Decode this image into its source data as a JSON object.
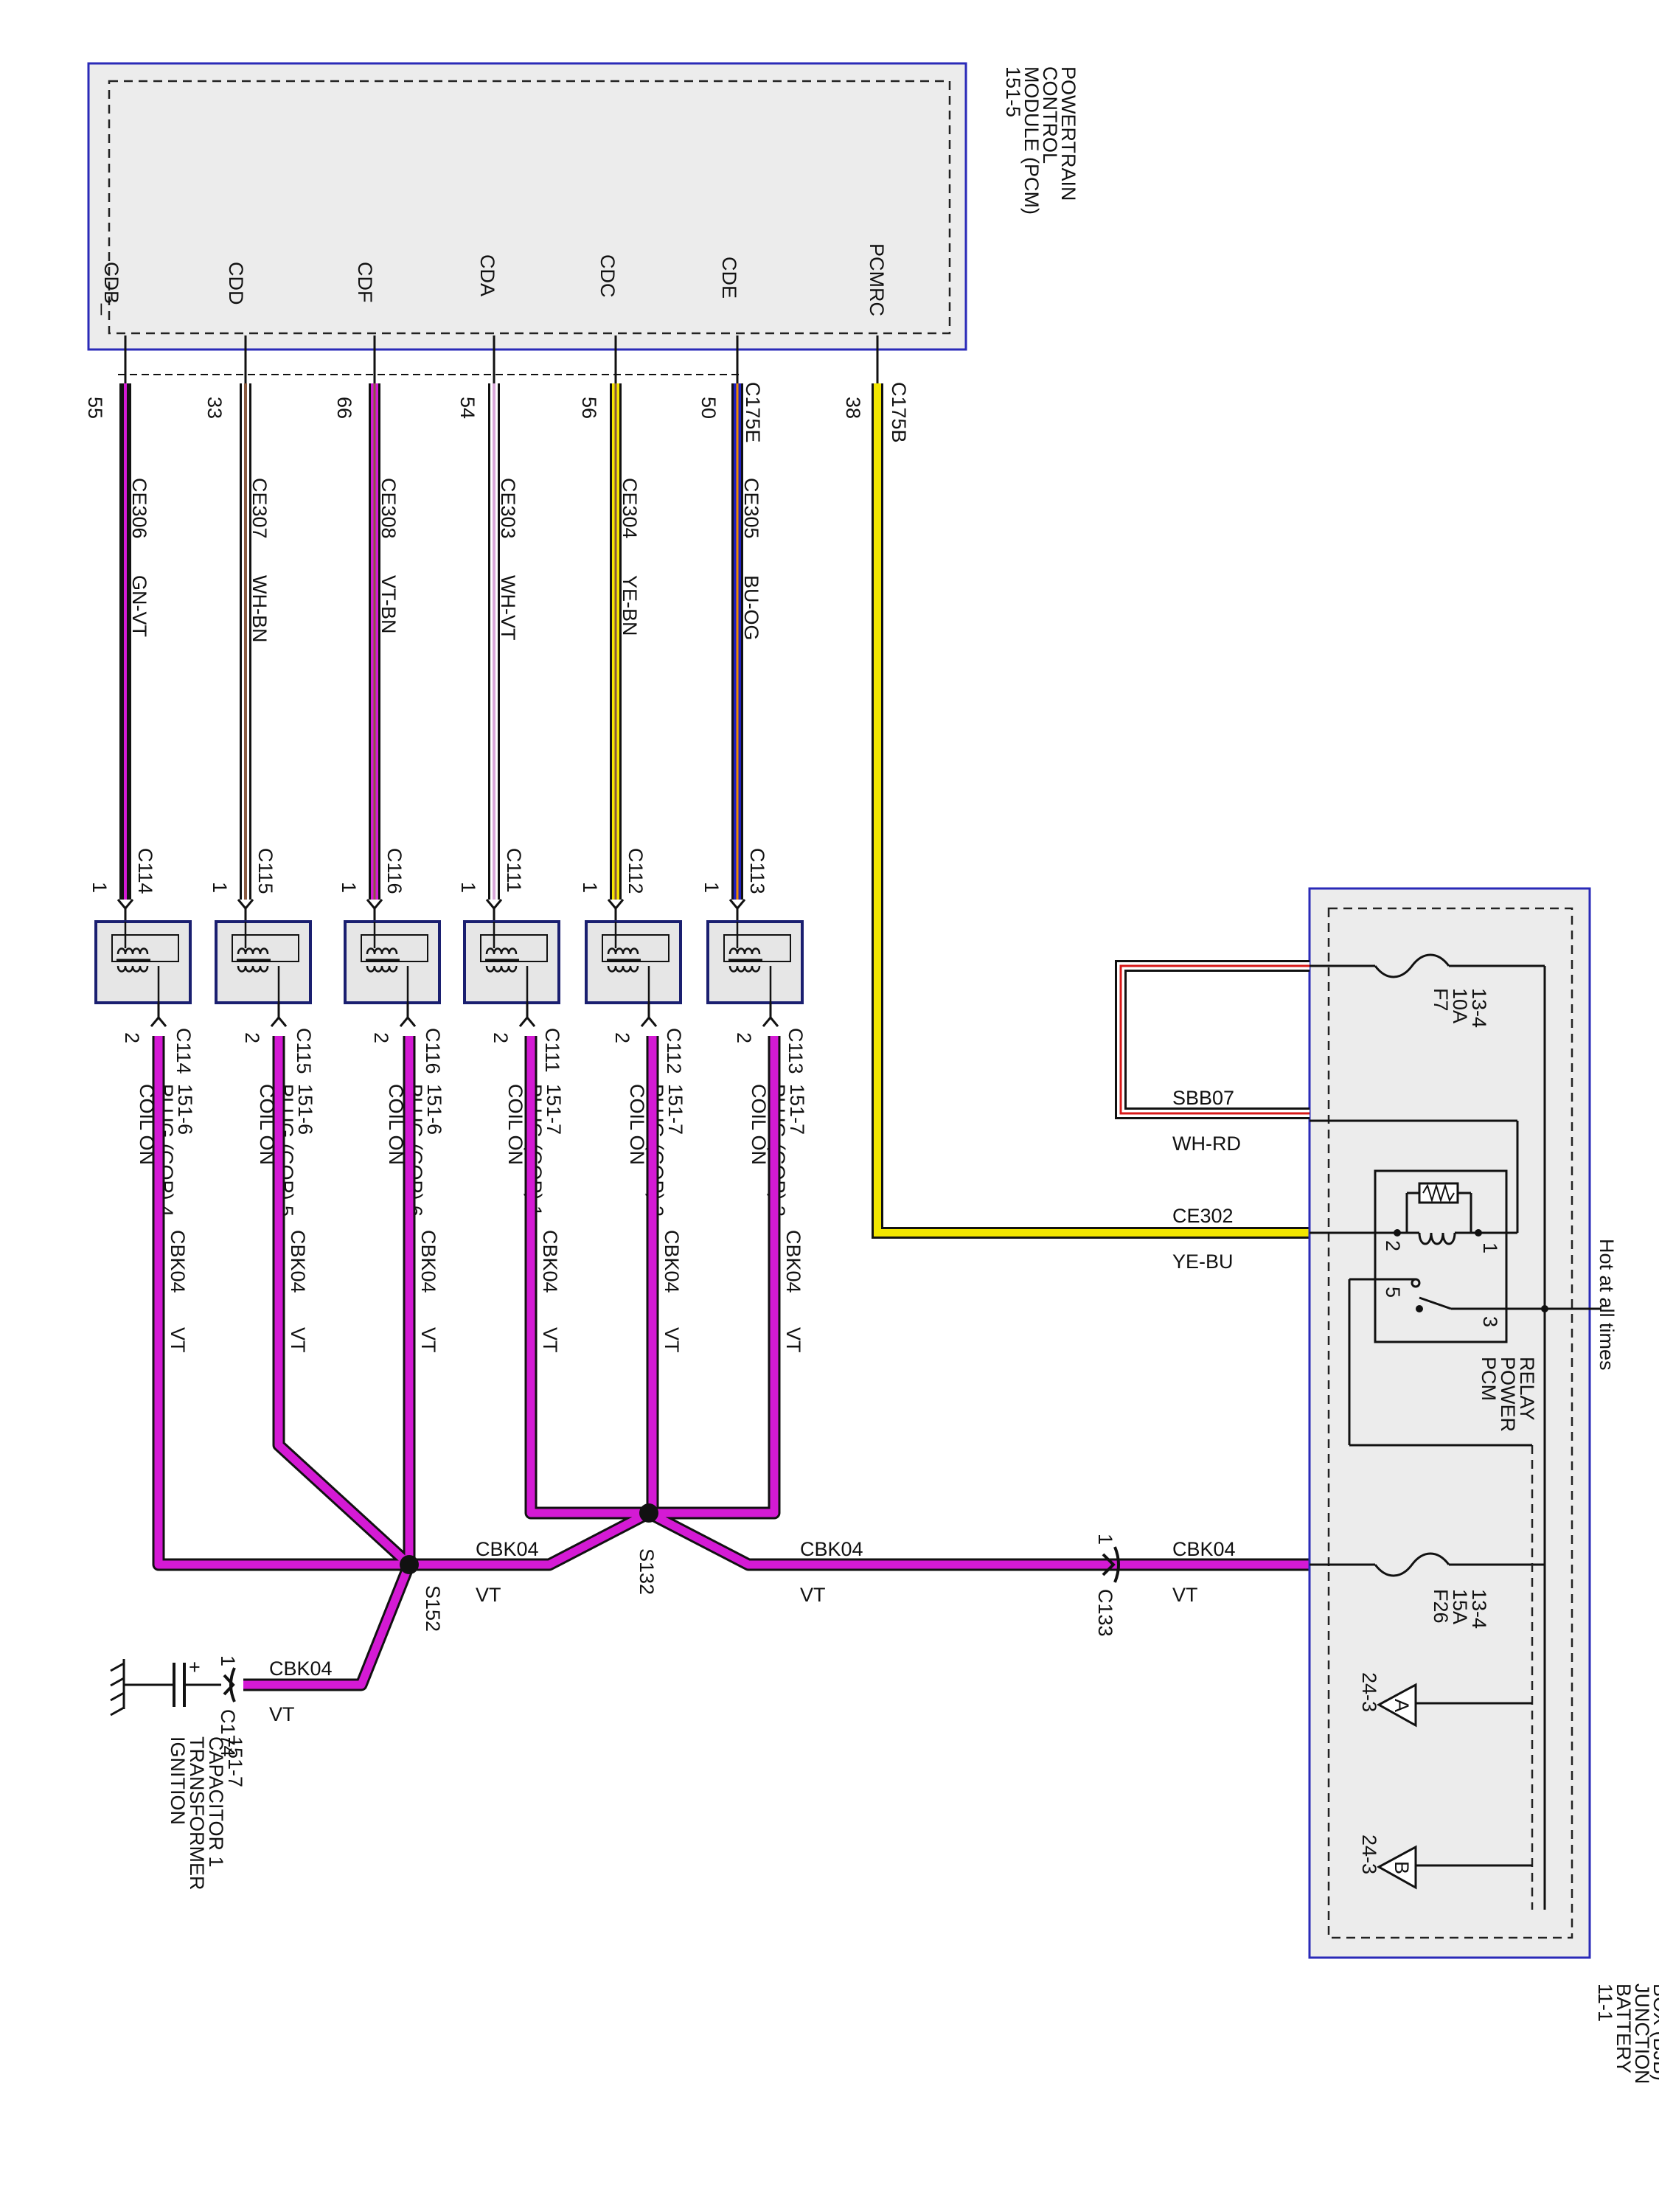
{
  "pcm": {
    "label_lines": [
      "POWERTRAIN",
      "CONTROL",
      "MODULE (PCM)",
      "151-5"
    ],
    "pins": [
      "CDB_",
      "CDD",
      "CDF",
      "CDA",
      "CDC",
      "CDE",
      "PCMRC"
    ]
  },
  "pcm_connectors": {
    "coils": "C175E",
    "relay": "C175B"
  },
  "coil_circuits": [
    {
      "pin_no": "55",
      "circuit": "CE306",
      "color_code": "GN-VT",
      "conn": "C114",
      "pin_in": "1",
      "pin_out": "2",
      "name_lines": [
        "COIL ON",
        "PLUG (COP) 4",
        "151-6"
      ],
      "wire_colors": [
        "#111111",
        "#d41ad4"
      ]
    },
    {
      "pin_no": "33",
      "circuit": "CE307",
      "color_code": "WH-BN",
      "conn": "C115",
      "pin_in": "1",
      "pin_out": "2",
      "name_lines": [
        "COIL ON",
        "PLUG (COP) 5",
        "151-6"
      ],
      "wire_colors": [
        "#ffffff",
        "#8a5a40"
      ]
    },
    {
      "pin_no": "66",
      "circuit": "CE308",
      "color_code": "VT-BN",
      "conn": "C116",
      "pin_in": "1",
      "pin_out": "2",
      "name_lines": [
        "COIL ON",
        "PLUG (COP) 6",
        "151-6"
      ],
      "wire_colors": [
        "#d41ad4",
        "#8a5a40"
      ]
    },
    {
      "pin_no": "54",
      "circuit": "CE303",
      "color_code": "WH-VT",
      "conn": "C111",
      "pin_in": "1",
      "pin_out": "2",
      "name_lines": [
        "COIL ON",
        "PLUG (COP) 1",
        "151-7"
      ],
      "wire_colors": [
        "#ffffff",
        "#d41ad4"
      ]
    },
    {
      "pin_no": "56",
      "circuit": "CE304",
      "color_code": "YE-BN",
      "conn": "C112",
      "pin_in": "1",
      "pin_out": "2",
      "name_lines": [
        "COIL ON",
        "PLUG (COP) 2",
        "151-7"
      ],
      "wire_colors": [
        "#f2e600",
        "#8a5a40"
      ]
    },
    {
      "pin_no": "50",
      "circuit": "CE305",
      "color_code": "BU-OG",
      "conn": "C113",
      "pin_in": "1",
      "pin_out": "2",
      "name_lines": [
        "COIL ON",
        "PLUG (COP) 3",
        "151-7"
      ],
      "wire_colors": [
        "#2020c0",
        "#f08a00"
      ]
    }
  ],
  "relay_circuit": {
    "pin_no": "38",
    "circuit": "CE302",
    "color_code": "YE-BU",
    "wire_colors": [
      "#f2e600",
      "#2020c0"
    ]
  },
  "feed": {
    "circuit": "CBK04",
    "color_code": "VT",
    "wire_color": "#d41ad4"
  },
  "splices": [
    "S152",
    "S132"
  ],
  "c133": {
    "conn": "C133",
    "pin": "1"
  },
  "capacitor": {
    "conn": "C174",
    "pin": "1",
    "polarity": "+",
    "name_lines": [
      "IGNITION",
      "TRANSFORMER",
      "CAPACITOR 1",
      "151-7"
    ]
  },
  "bjb": {
    "label_lines": [
      "11-1",
      "BATTERY",
      "JUNCTION",
      "BOX (BJB)"
    ],
    "hot_label": "Hot at all times",
    "fuse_f7": [
      "F7",
      "10A",
      "13-4"
    ],
    "fuse_f26": [
      "F26",
      "15A",
      "13-4"
    ],
    "sbb07": {
      "circuit": "SBB07",
      "color_code": "WH-RD",
      "wire_colors": [
        "#ffffff",
        "#d81818"
      ]
    },
    "relay_label": [
      "PCM",
      "POWER",
      "RELAY"
    ],
    "relay_pins": [
      "1",
      "2",
      "3",
      "5"
    ],
    "ref_a": {
      "page": "24-3",
      "letter": "A"
    },
    "ref_b": {
      "page": "24-3",
      "letter": "B"
    }
  }
}
